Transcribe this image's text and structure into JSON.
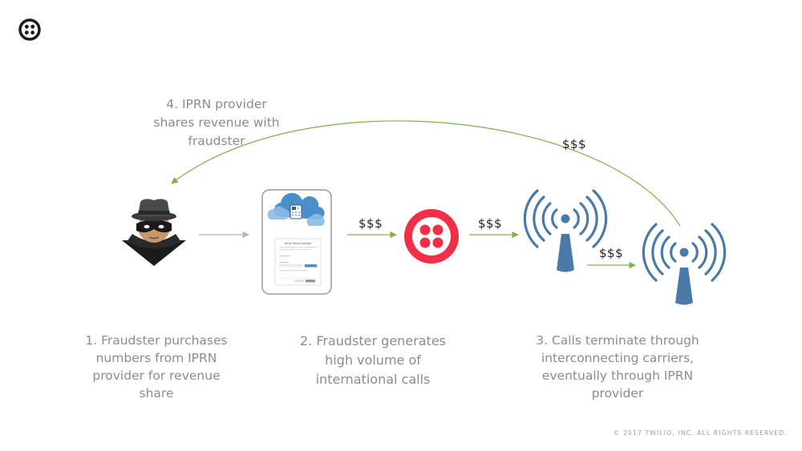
{
  "steps": {
    "step1": "1. Fraudster purchases numbers from IPRN provider for revenue share",
    "step1_lines": [
      "1. Fraudster purchases",
      "numbers from IPRN",
      "provider for revenue",
      "share"
    ],
    "step2_lines": [
      "2. Fraudster generates",
      "high volume of",
      "international calls"
    ],
    "step3_lines": [
      "3. Calls terminate through",
      "interconnecting carriers,",
      "eventually through IPRN",
      "provider"
    ],
    "step4_lines": [
      "4. IPRN provider",
      "shares revenue with",
      "fraudster"
    ]
  },
  "money": {
    "to_twilio": "$$$",
    "to_carrier": "$$$",
    "carrier_to_carrier": "$$$",
    "return": "$$$"
  },
  "device_screen": {
    "title": "Verify Phone Number"
  },
  "footer": {
    "copyright": "© 2017 TWILIO, INC. ALL RIGHTS RESERVED."
  },
  "colors": {
    "brand_red": "#f22f46",
    "tower_blue": "#4a7aa8",
    "arrow_green": "#7db24a",
    "arrow_gray": "#b5b5b5",
    "text_gray": "#8c8c8c"
  }
}
